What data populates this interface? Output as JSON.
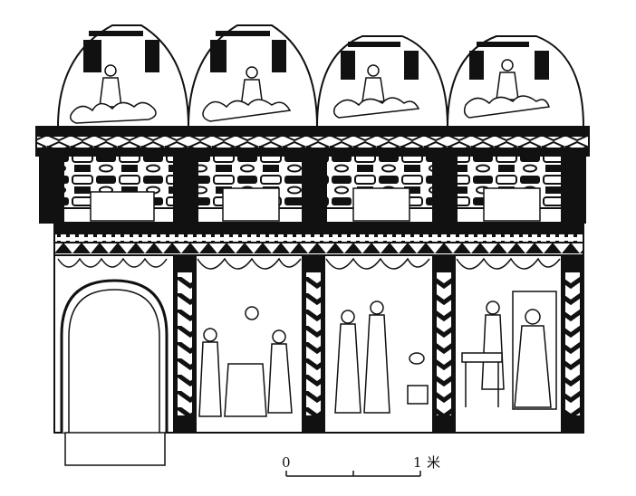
{
  "scale_bar": {
    "start_label": "0",
    "end_label": "1",
    "unit": "米"
  },
  "colors": {
    "ink": "#111111",
    "paper": "#ffffff"
  }
}
